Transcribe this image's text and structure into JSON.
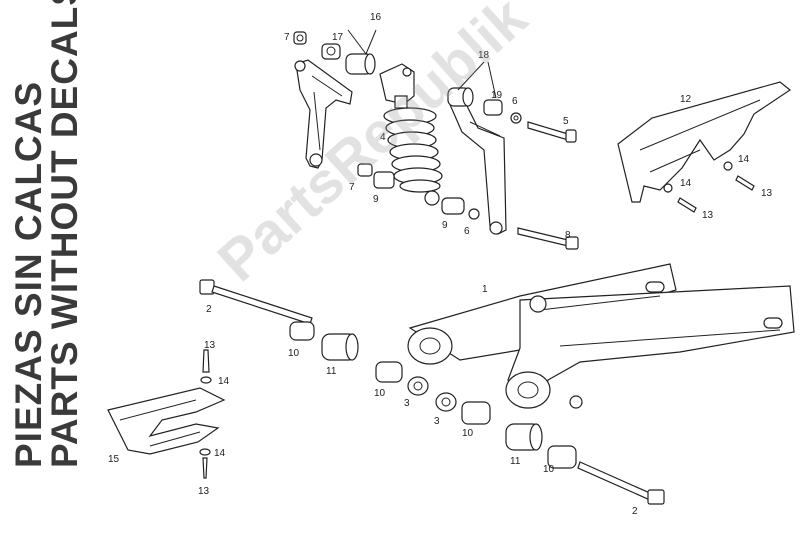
{
  "side_title": {
    "line1": "PIEZAS SIN CALCAS",
    "line2": "PARTS WITHOUT DECALS"
  },
  "watermark": {
    "text": "PartsRepublik"
  },
  "callouts": [
    "1",
    "2",
    "2",
    "3",
    "3",
    "4",
    "5",
    "6",
    "6",
    "7",
    "7",
    "8",
    "9",
    "9",
    "10",
    "10",
    "10",
    "10",
    "11",
    "11",
    "12",
    "13",
    "13",
    "13",
    "13",
    "14",
    "14",
    "14",
    "14",
    "15",
    "16",
    "17",
    "18",
    "19"
  ]
}
